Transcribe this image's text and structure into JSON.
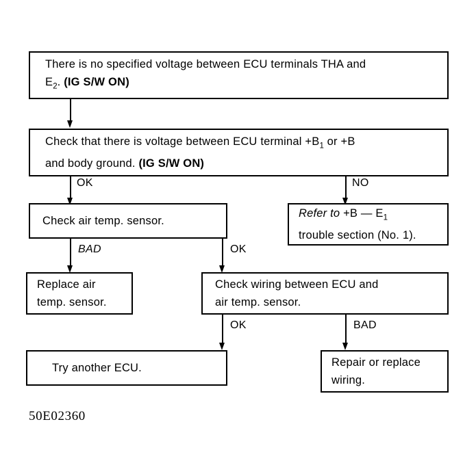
{
  "diagram": {
    "title": "ECU air temperature sensor troubleshooting flowchart",
    "caption": "50E02360",
    "stroke_color": "#000000",
    "background_color": "#ffffff",
    "nodes": [
      {
        "id": "n1",
        "name": "no-specified-voltage-box",
        "lines": [
          {
            "segments": [
              {
                "text": "There is no specified voltage between ECU terminals THA and",
                "style": "normal"
              }
            ]
          },
          {
            "segments": [
              {
                "text": "E",
                "style": "normal"
              },
              {
                "text": "2",
                "style": "sub"
              },
              {
                "text": ". ",
                "style": "normal"
              },
              {
                "text": "(IG S/W ON)",
                "style": "bold"
              }
            ]
          }
        ]
      },
      {
        "id": "n2",
        "name": "check-voltage-ecu-terminal-box",
        "lines": [
          {
            "segments": [
              {
                "text": "Check that there is voltage between ECU terminal +B",
                "style": "normal"
              },
              {
                "text": "1",
                "style": "sub"
              },
              {
                "text": " or +B",
                "style": "normal"
              }
            ]
          },
          {
            "segments": [
              {
                "text": "and body ground. ",
                "style": "normal"
              },
              {
                "text": "(IG S/W ON)",
                "style": "bold"
              }
            ]
          }
        ]
      },
      {
        "id": "n3",
        "name": "check-air-temp-sensor-box",
        "lines": [
          {
            "segments": [
              {
                "text": "Check air temp. sensor.",
                "style": "normal"
              }
            ]
          }
        ]
      },
      {
        "id": "n4",
        "name": "refer-to-b-e1-trouble-section-box",
        "lines": [
          {
            "segments": [
              {
                "text": "Refer to",
                "style": "italic"
              },
              {
                "text": " +B — E",
                "style": "normal"
              },
              {
                "text": "1",
                "style": "sub"
              }
            ]
          },
          {
            "segments": [
              {
                "text": "trouble section (No. 1).",
                "style": "normal"
              }
            ]
          }
        ]
      },
      {
        "id": "n5",
        "name": "replace-air-temp-sensor-box",
        "lines": [
          {
            "segments": [
              {
                "text": "Replace air",
                "style": "normal"
              }
            ]
          },
          {
            "segments": [
              {
                "text": "temp. sensor.",
                "style": "normal"
              }
            ]
          }
        ]
      },
      {
        "id": "n6",
        "name": "check-wiring-box",
        "lines": [
          {
            "segments": [
              {
                "text": "Check wiring between ECU and",
                "style": "normal"
              }
            ]
          },
          {
            "segments": [
              {
                "text": "air temp. sensor.",
                "style": "normal"
              }
            ]
          }
        ]
      },
      {
        "id": "n7",
        "name": "try-another-ecu-box",
        "lines": [
          {
            "segments": [
              {
                "text": "Try another ECU.",
                "style": "normal"
              }
            ]
          }
        ]
      },
      {
        "id": "n8",
        "name": "repair-or-replace-wiring-box",
        "lines": [
          {
            "segments": [
              {
                "text": "Repair or replace",
                "style": "normal"
              }
            ]
          },
          {
            "segments": [
              {
                "text": "wiring.",
                "style": "normal"
              }
            ]
          }
        ]
      }
    ],
    "edge_labels": [
      {
        "id": "e1",
        "name": "edge-label-ok-check-air-temp",
        "text": "OK",
        "style": "normal"
      },
      {
        "id": "e2",
        "name": "edge-label-no-refer-to",
        "text": "NO",
        "style": "normal"
      },
      {
        "id": "e3",
        "name": "edge-label-bad-replace-sensor",
        "text": "BAD",
        "style": "italic"
      },
      {
        "id": "e4",
        "name": "edge-label-ok-check-wiring",
        "text": "OK",
        "style": "normal"
      },
      {
        "id": "e5",
        "name": "edge-label-ok-try-another-ecu",
        "text": "OK",
        "style": "normal"
      },
      {
        "id": "e6",
        "name": "edge-label-bad-repair-wiring",
        "text": "BAD",
        "style": "normal"
      }
    ]
  }
}
